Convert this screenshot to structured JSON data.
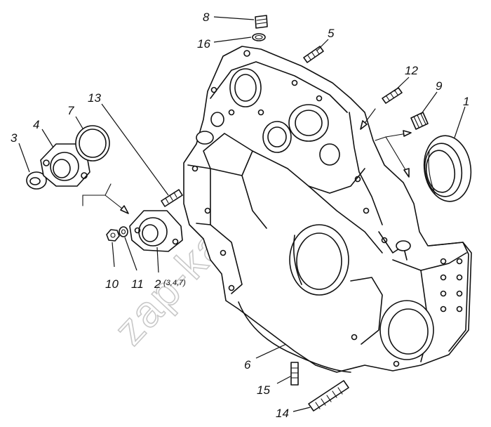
{
  "diagram": {
    "watermark_text": "zap-kama.ru",
    "callouts": [
      {
        "id": "1",
        "label": "1"
      },
      {
        "id": "2",
        "label": "2",
        "sub": "(3,4,7)"
      },
      {
        "id": "3",
        "label": "3"
      },
      {
        "id": "4",
        "label": "4"
      },
      {
        "id": "5",
        "label": "5"
      },
      {
        "id": "6",
        "label": "6"
      },
      {
        "id": "7",
        "label": "7"
      },
      {
        "id": "8",
        "label": "8"
      },
      {
        "id": "9",
        "label": "9"
      },
      {
        "id": "10",
        "label": "10"
      },
      {
        "id": "11",
        "label": "11"
      },
      {
        "id": "12",
        "label": "12"
      },
      {
        "id": "13",
        "label": "13"
      },
      {
        "id": "14",
        "label": "14"
      },
      {
        "id": "15",
        "label": "15"
      },
      {
        "id": "16",
        "label": "16"
      }
    ]
  }
}
